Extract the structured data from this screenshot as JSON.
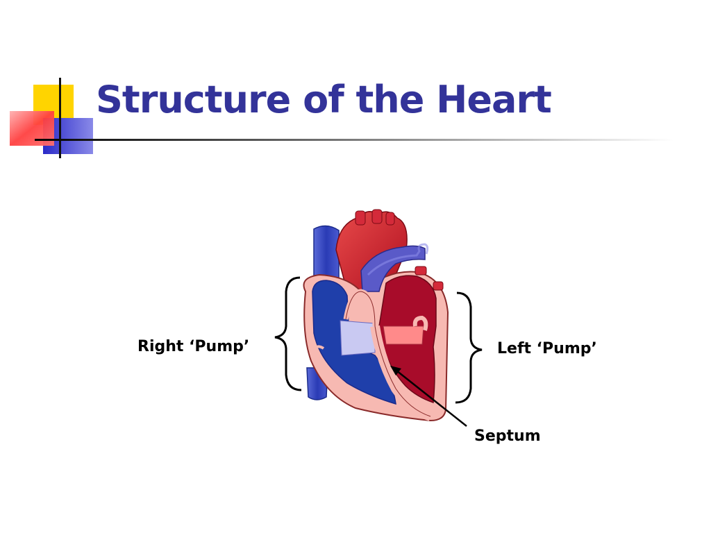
{
  "slide": {
    "title": "Structure of the Heart"
  },
  "diagram": {
    "labels": {
      "right_pump": "Right ‘Pump’",
      "left_pump": "Left ‘Pump’",
      "septum": "Septum"
    }
  },
  "colors": {
    "title": "#333399",
    "deoxygenated": "#1f3faa",
    "oxygenated": "#c8192e",
    "heart_wall": "#f7b9b2",
    "accent_yellow": "#ffd400",
    "accent_blue": "#3333cc"
  }
}
